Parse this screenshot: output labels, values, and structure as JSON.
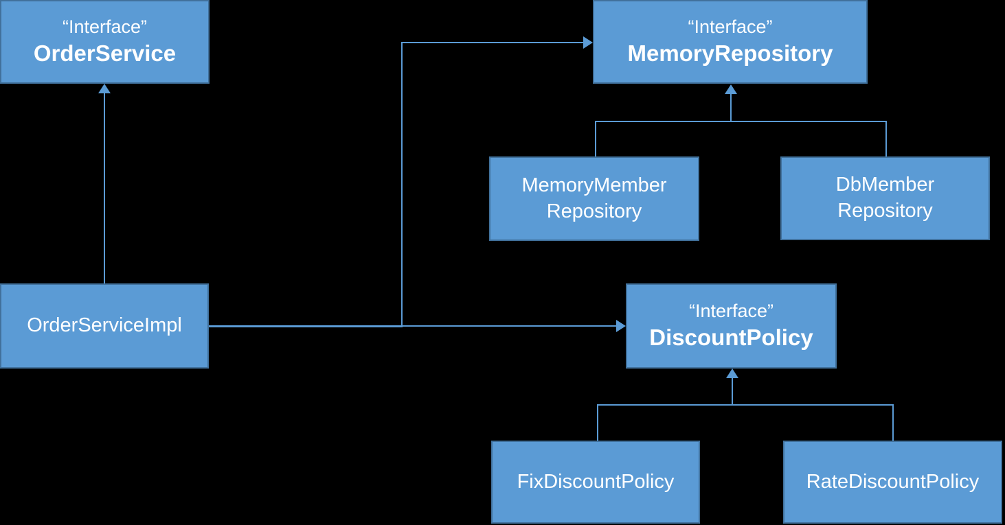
{
  "diagram": {
    "type": "uml-class-diagram",
    "colors": {
      "background": "#000000",
      "node_fill": "#5b9bd5",
      "node_border": "#41719c",
      "connector": "#5b9bd5",
      "text": "#ffffff"
    },
    "nodes": {
      "order_service": {
        "stereotype": "“Interface”",
        "name": "OrderService"
      },
      "memory_repository": {
        "stereotype": "“Interface”",
        "name": "MemoryRepository"
      },
      "memory_member_repository": {
        "name_line1": "MemoryMember",
        "name_line2": "Repository"
      },
      "db_member_repository": {
        "name_line1": "DbMember",
        "name_line2": "Repository"
      },
      "order_service_impl": {
        "name": "OrderServiceImpl"
      },
      "discount_policy": {
        "stereotype": "“Interface”",
        "name": "DiscountPolicy"
      },
      "fix_discount_policy": {
        "name": "FixDiscountPolicy"
      },
      "rate_discount_policy": {
        "name": "RateDiscountPolicy"
      }
    },
    "edges": [
      {
        "from": "OrderServiceImpl",
        "to": "OrderService",
        "style": "arrow-up"
      },
      {
        "from": "OrderServiceImpl",
        "to": "MemoryRepository",
        "style": "elbow-arrow-right"
      },
      {
        "from": "OrderServiceImpl",
        "to": "DiscountPolicy",
        "style": "elbow-arrow-right"
      },
      {
        "from": "MemoryMemberRepository",
        "to": "MemoryRepository",
        "style": "fan-arrow-up"
      },
      {
        "from": "DbMemberRepository",
        "to": "MemoryRepository",
        "style": "fan-arrow-up"
      },
      {
        "from": "FixDiscountPolicy",
        "to": "DiscountPolicy",
        "style": "fan-arrow-up"
      },
      {
        "from": "RateDiscountPolicy",
        "to": "DiscountPolicy",
        "style": "fan-arrow-up"
      }
    ]
  }
}
